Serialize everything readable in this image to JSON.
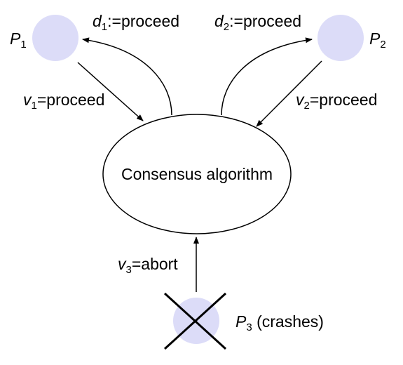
{
  "nodes": {
    "p1": {
      "name": "P",
      "index": "1"
    },
    "p2": {
      "name": "P",
      "index": "2"
    },
    "p3": {
      "name": "P",
      "index": "3",
      "note": " (crashes)"
    },
    "consensus": {
      "label": "Consensus algorithm"
    }
  },
  "edges": {
    "d1": {
      "var": "d",
      "index": "1",
      "value": ":=proceed"
    },
    "d2": {
      "var": "d",
      "index": "2",
      "value": ":=proceed"
    },
    "v1": {
      "var": "v",
      "index": "1",
      "value": "=proceed"
    },
    "v2": {
      "var": "v",
      "index": "2",
      "value": "=proceed"
    },
    "v3": {
      "var": "v",
      "index": "3",
      "value": "=abort"
    }
  },
  "colors": {
    "process_fill": "#dcdcf8",
    "stroke": "#000000"
  }
}
